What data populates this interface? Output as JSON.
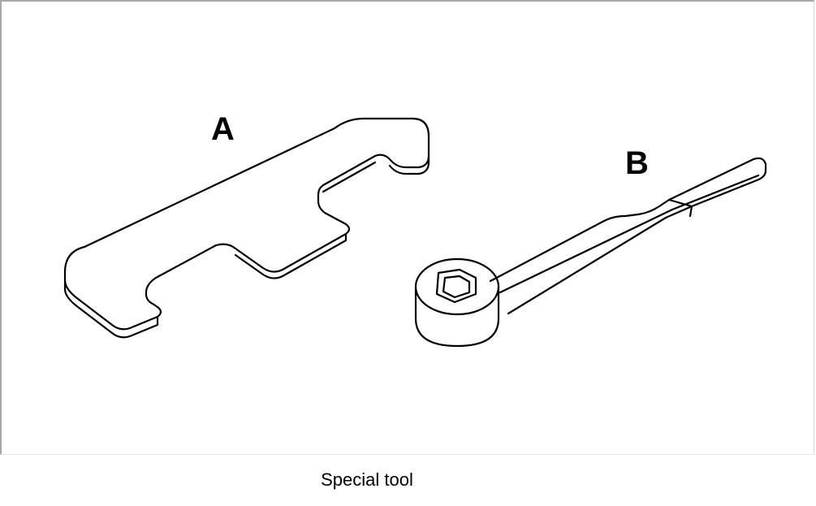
{
  "figure": {
    "labels": {
      "a": "A",
      "b": "B"
    },
    "caption": "Special tool"
  },
  "colors": {
    "line": "#000000",
    "frame": "#a8a8a8",
    "background": "#ffffff"
  }
}
